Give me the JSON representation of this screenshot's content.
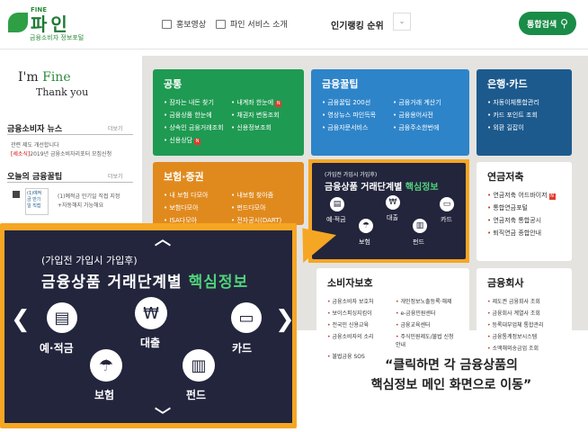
{
  "header": {
    "logo_fine": "FINE",
    "logo_name": "파인",
    "logo_sub": "금융소비자 정보포털",
    "nav": [
      "홍보영상",
      "파인 서비스 소개"
    ],
    "rank_label": "인기랭킹 순위",
    "search_label": "통합검색"
  },
  "left": {
    "imfine_a": "I'm ",
    "imfine_b": "Fine",
    "thankyou": "Thank you",
    "news_title": "금융소비자 뉴스",
    "more": "더보기",
    "news1": "관련 제도 개선합니다",
    "news2_tag": "[세소식]",
    "news2": "2019년 금융소비자리포터 모집신청",
    "tip_title": "오늘의 금융꿀팁",
    "tip_text": "(1)예적금 만기일 직접 지정",
    "tip_text2": "+자동해지 가능해요",
    "tip_num": "(1)예적\n금 만기\n일 직접"
  },
  "boxes": {
    "common": {
      "title": "공통",
      "color": "#1f9a52",
      "items": [
        "잠자는 내돈 찾기",
        "내계좌 한눈에",
        "금융상품 한눈에",
        "채권자 변동조회",
        "상속인 금융거래조회",
        "신용정보조회",
        "신용상담"
      ]
    },
    "tips": {
      "title": "금융꿀팁",
      "color": "#2e84c9",
      "items": [
        "금융꿀팁 200선",
        "금융거래 계산기",
        "영상뉴스 파인득목",
        "금융용어사전",
        "금융자문서비스",
        "금융주소한번에"
      ]
    },
    "bank": {
      "title": "은행·카드",
      "color": "#1c5a8e",
      "items": [
        "자동이체통합관리",
        "카드 포인트 조회",
        "외환 길잡이"
      ]
    },
    "insurance": {
      "title": "보험·증권",
      "color": "#e08a1e",
      "items": [
        "내 보험 다모아",
        "내보험 찾아줌",
        "보험다모아",
        "펀드다모아",
        "ISA다모아",
        "전자공시(DART)"
      ]
    },
    "savings": {
      "title": "연금저축",
      "items": [
        "연금저축 어드바이저",
        "통합연금포털",
        "연금저축 통합공시",
        "퇴직연금 종합안내"
      ]
    },
    "consumer": {
      "title": "소비자보호",
      "items": [
        "금융소비자 보호처",
        "보이스피싱지킴이",
        "전국민 신용교육",
        "금융소비자의 소리",
        "불법금융 SOS",
        "개인정보노출등록·해제",
        "e-금융민원센터",
        "금융교육센터",
        "주식민원제도/불법 신청안내"
      ]
    },
    "company": {
      "title": "금융회사",
      "items": [
        "제도권 금융회사 조회",
        "금융회사 계열사 조회",
        "등록대부업체 통합관리",
        "금융통계정보시스템",
        "소액해외송금업 조회"
      ]
    }
  },
  "card": {
    "sub": "(가입전 가입시 가입후)",
    "title_a": "금융상품 거래단계별 ",
    "title_b": "핵심정보",
    "items": [
      "예·적금",
      "대출",
      "카드",
      "보험",
      "펀드"
    ]
  },
  "quote_line1": "“클릭하면 각 금융상품의",
  "quote_line2": "핵심정보 메인 화면으로 이동”",
  "colors": {
    "green": "#1f9a52",
    "navy": "#23253d",
    "orange": "#f5a623",
    "mint": "#4fd37a"
  }
}
